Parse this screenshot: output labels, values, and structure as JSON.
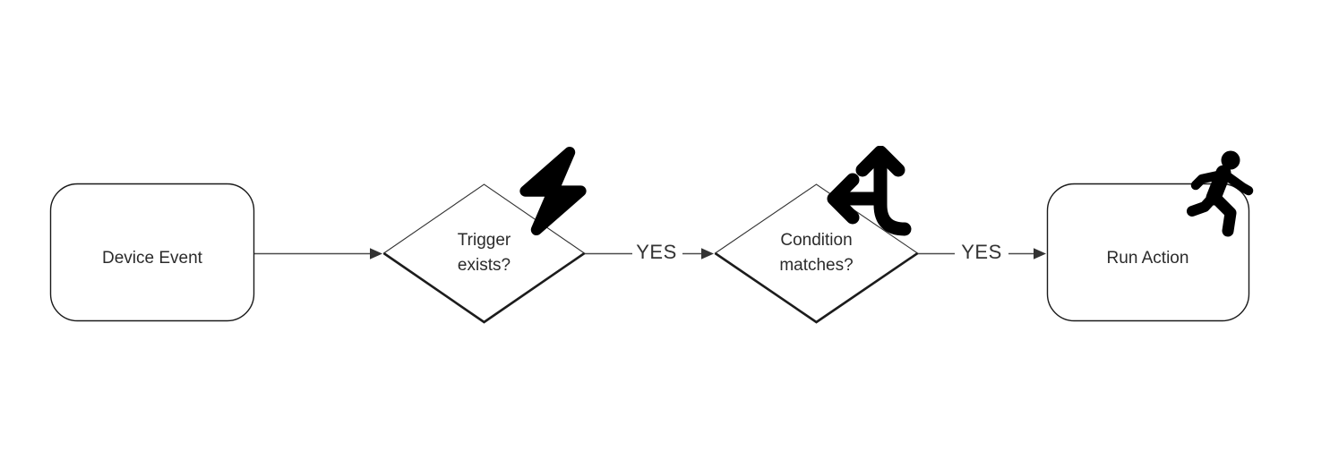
{
  "diagram": {
    "type": "flowchart",
    "direction": "left-to-right",
    "colors": {
      "background": "#ffffff",
      "node_fill": "#ffffff",
      "node_stroke": "#222222",
      "edge_stroke": "#4a4a4a",
      "arrowhead": "#333333",
      "text": "#2b2b2b",
      "edge_label_text": "#333333",
      "icon": "#000000"
    },
    "nodes": [
      {
        "id": "device-event",
        "shape": "rounded-rectangle",
        "label": "Device Event"
      },
      {
        "id": "trigger-exists",
        "shape": "diamond",
        "label": "Trigger exists?",
        "label_line1": "Trigger",
        "label_line2": "exists?",
        "icon": "bolt-icon"
      },
      {
        "id": "condition-matches",
        "shape": "diamond",
        "label": "Condition matches?",
        "label_line1": "Condition",
        "label_line2": "matches?",
        "icon": "arrows-split-up-and-left-icon"
      },
      {
        "id": "run-action",
        "shape": "rounded-rectangle",
        "label": "Run Action",
        "icon": "person-running-icon"
      }
    ],
    "edges": [
      {
        "from": "device-event",
        "to": "trigger-exists",
        "label": ""
      },
      {
        "from": "trigger-exists",
        "to": "condition-matches",
        "label": "YES"
      },
      {
        "from": "condition-matches",
        "to": "run-action",
        "label": "YES"
      }
    ]
  }
}
